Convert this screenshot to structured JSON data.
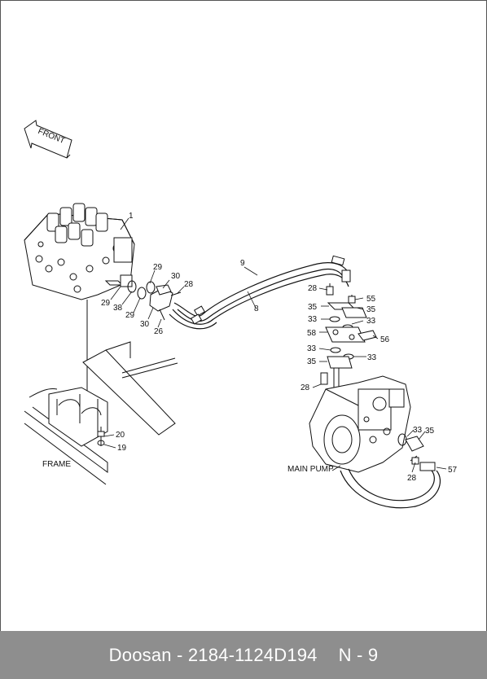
{
  "diagram": {
    "front_label": "FRONT",
    "frame_label": "FRAME",
    "main_pump_label": "MAIN PUMP",
    "callouts": [
      "1",
      "29",
      "30",
      "28",
      "9",
      "8",
      "29",
      "38",
      "29",
      "30",
      "26",
      "28",
      "55",
      "35",
      "35",
      "33",
      "33",
      "58",
      "56",
      "33",
      "35",
      "33",
      "28",
      "33",
      "35",
      "57",
      "28",
      "20",
      "19"
    ]
  },
  "footer": {
    "brand_part": "Doosan - 2184-1124D194",
    "page": "N - 9"
  },
  "colors": {
    "footer_bg": "#8e8e8e",
    "line": "#111111"
  }
}
